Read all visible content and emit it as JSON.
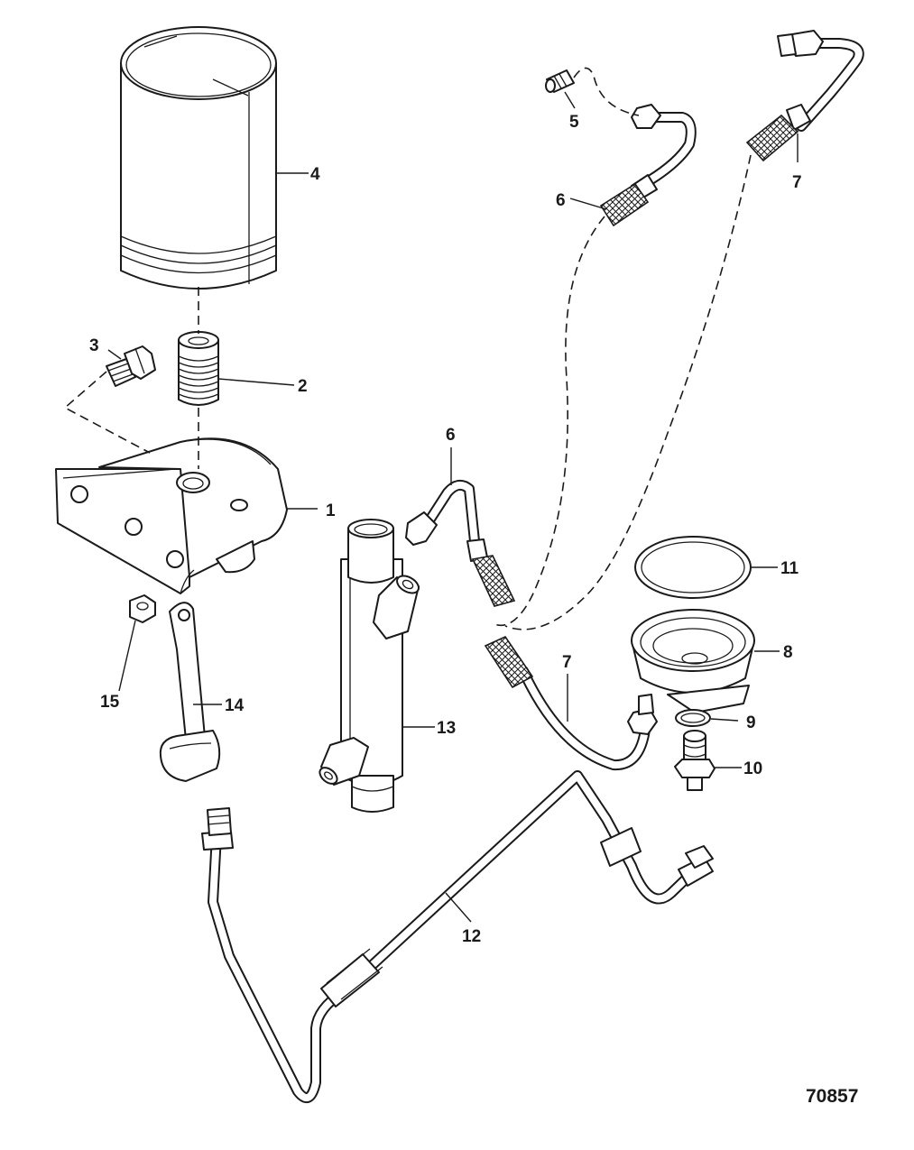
{
  "callouts": {
    "c1": "1",
    "c2": "2",
    "c3": "3",
    "c4": "4",
    "c5": "5",
    "c6a": "6",
    "c6b": "6",
    "c7a": "7",
    "c7b": "7",
    "c8": "8",
    "c9": "9",
    "c10": "10",
    "c11": "11",
    "c12": "12",
    "c13": "13",
    "c14": "14",
    "c15": "15"
  },
  "figure_number": "70857"
}
